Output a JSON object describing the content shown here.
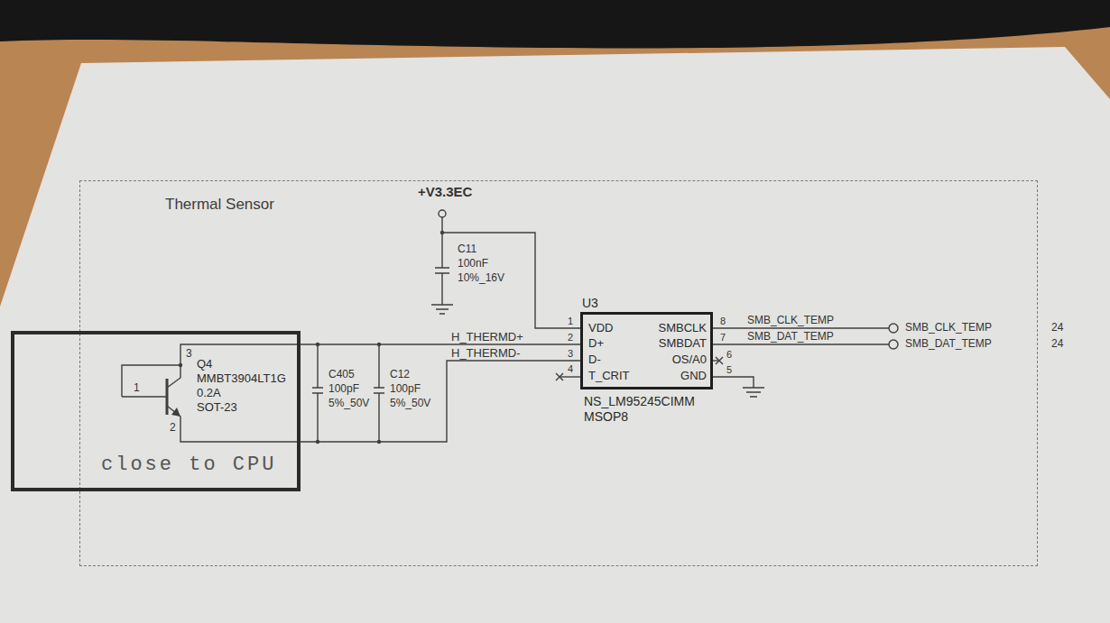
{
  "diagram": {
    "nodes": [
      {
        "text": [
          "Thermal Sensor"
        ]
      },
      {
        "text": [
          "Q4",
          "MMBT3904LT1G",
          "0.2A",
          "SOT-23",
          "close to CPU"
        ],
        "in": 0
      },
      {
        "text": [
          "U3",
          "VDD",
          "D+",
          "D-",
          "T_CRIT",
          "SMBCLK",
          "SMBDAT",
          "OS/A0",
          "GND",
          "NS_LM95245CIMM",
          "MSOP8"
        ],
        "in": 0
      }
    ],
    "edges": [
      {
        "from": 1,
        "to": 2,
        "arrow": "none",
        "label": "H_THERMD+"
      },
      {
        "from": 1,
        "to": 2,
        "arrow": "none",
        "label": "H_THERMD-"
      }
    ],
    "labels": [
      "+V3.3EC",
      "C11",
      "100nF",
      "10%_16V",
      "1",
      "2",
      "3",
      "C405",
      "100pF",
      "5%_50V",
      "C12",
      "100pF",
      "5%_50V",
      "1",
      "2",
      "3",
      "4",
      "8",
      "7",
      "6",
      "5",
      "SMB_CLK_TEMP",
      "SMB_DAT_TEMP",
      "SMB_CLK_TEMP",
      "SMB_DAT_TEMP",
      "24",
      "24"
    ]
  }
}
